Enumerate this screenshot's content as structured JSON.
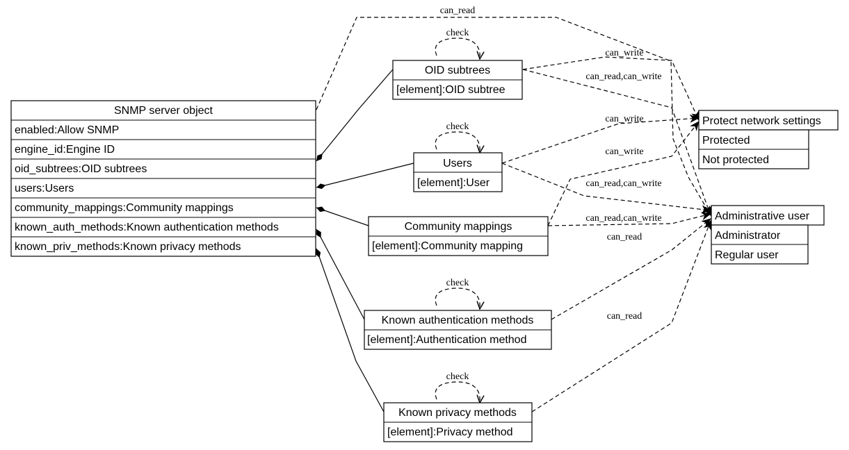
{
  "diagram": {
    "server": {
      "title": "SNMP server object",
      "fields": [
        "enabled:Allow SNMP",
        "engine_id:Engine ID",
        "oid_subtrees:OID subtrees",
        "users:Users",
        "community_mappings:Community mappings",
        "known_auth_methods:Known authentication methods",
        "known_priv_methods:Known privacy methods"
      ]
    },
    "collections": [
      {
        "title": "OID subtrees",
        "element": "[element]:OID subtree",
        "self_label": "check"
      },
      {
        "title": "Users",
        "element": "[element]:User",
        "self_label": "check"
      },
      {
        "title": "Community mappings",
        "element": "[element]:Community mapping",
        "self_label": ""
      },
      {
        "title": "Known authentication methods",
        "element": "[element]:Authentication method",
        "self_label": "check"
      },
      {
        "title": "Known privacy methods",
        "element": "[element]:Privacy method",
        "self_label": "check"
      }
    ],
    "protect": {
      "title": "Protect network settings",
      "values": [
        "Protected",
        "Not protected"
      ]
    },
    "admin": {
      "title": "Administrative user",
      "values": [
        "Administrator",
        "Regular user"
      ]
    },
    "edge_labels": {
      "server_admin": "can_read",
      "oid_protect": "can_write",
      "oid_admin": "can_read,can_write",
      "users_protect": "can_write",
      "users_admin": "can_read,can_write",
      "comm_protect": "can_write",
      "comm_admin": "can_read,can_write",
      "auth_admin": "can_read",
      "priv_admin": "can_read"
    }
  }
}
